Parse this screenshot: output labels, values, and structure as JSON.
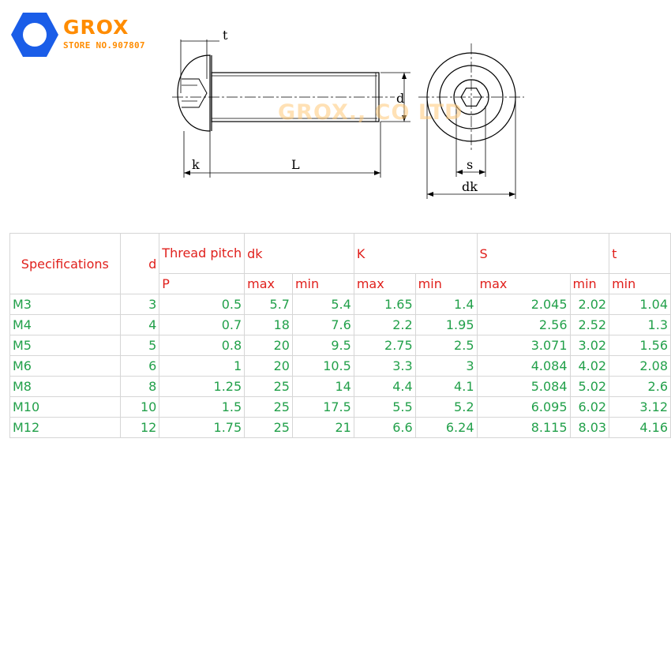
{
  "brand": {
    "name": "GROX",
    "store": "STORE NO.907807",
    "watermark": "GROX., CO LTD",
    "colors": {
      "logo": "#1a5de8",
      "brand_text": "#ff8c00"
    }
  },
  "drawing": {
    "labels": {
      "t": "t",
      "d": "d",
      "k": "k",
      "L": "L",
      "s": "s",
      "dk": "dk"
    }
  },
  "table": {
    "header": {
      "specifications": "Specifications",
      "d": "d",
      "thread_pitch": "Thread pitch",
      "p": "P",
      "dk": "dk",
      "k": "K",
      "s": "S",
      "t": "t",
      "max": "max",
      "min": "min"
    },
    "rows": [
      {
        "spec": "M3",
        "d": "3",
        "p": "0.5",
        "dk_max": "5.7",
        "dk_min": "5.4",
        "k_max": "1.65",
        "k_min": "1.4",
        "s_max": "2.045",
        "s_min": "2.02",
        "t_min": "1.04"
      },
      {
        "spec": "M4",
        "d": "4",
        "p": "0.7",
        "dk_max": "18",
        "dk_min": "7.6",
        "k_max": "2.2",
        "k_min": "1.95",
        "s_max": "2.56",
        "s_min": "2.52",
        "t_min": "1.3"
      },
      {
        "spec": "M5",
        "d": "5",
        "p": "0.8",
        "dk_max": "20",
        "dk_min": "9.5",
        "k_max": "2.75",
        "k_min": "2.5",
        "s_max": "3.071",
        "s_min": "3.02",
        "t_min": "1.56"
      },
      {
        "spec": "M6",
        "d": "6",
        "p": "1",
        "dk_max": "20",
        "dk_min": "10.5",
        "k_max": "3.3",
        "k_min": "3",
        "s_max": "4.084",
        "s_min": "4.02",
        "t_min": "2.08"
      },
      {
        "spec": "M8",
        "d": "8",
        "p": "1.25",
        "dk_max": "25",
        "dk_min": "14",
        "k_max": "4.4",
        "k_min": "4.1",
        "s_max": "5.084",
        "s_min": "5.02",
        "t_min": "2.6"
      },
      {
        "spec": "M10",
        "d": "10",
        "p": "1.5",
        "dk_max": "25",
        "dk_min": "17.5",
        "k_max": "5.5",
        "k_min": "5.2",
        "s_max": "6.095",
        "s_min": "6.02",
        "t_min": "3.12"
      },
      {
        "spec": "M12",
        "d": "12",
        "p": "1.75",
        "dk_max": "25",
        "dk_min": "21",
        "k_max": "6.6",
        "k_min": "6.24",
        "s_max": "8.115",
        "s_min": "8.03",
        "t_min": "4.16"
      }
    ]
  }
}
